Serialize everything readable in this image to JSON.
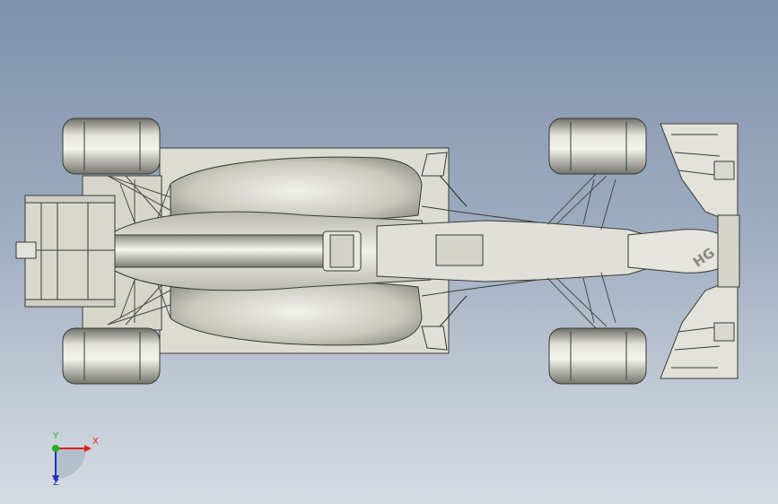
{
  "viewport": {
    "background_top": "#7f92ad",
    "background_bottom": "#d6dbe2"
  },
  "model": {
    "body_color": "#dcdcd2",
    "line_color": "#3a3a36",
    "logo_text": "HG"
  },
  "triad": {
    "x_label": "X",
    "y_label": "Y",
    "z_label": "Z",
    "x_color": "#e02020",
    "y_color": "#20b020",
    "z_color": "#2030c0"
  }
}
